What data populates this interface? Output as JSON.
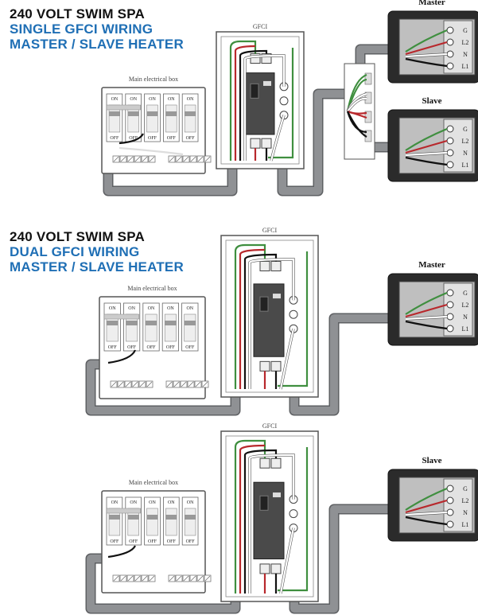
{
  "sections": [
    {
      "title_lines": [
        "240 VOLT SWIM SPA",
        "SINGLE GFCI WIRING",
        "MASTER / SLAVE HEATER"
      ]
    },
    {
      "title_lines": [
        "240 VOLT SWIM SPA",
        "DUAL GFCI WIRING",
        "MASTER / SLAVE HEATER"
      ]
    }
  ],
  "labels": {
    "main_box": "Main electrical box",
    "gfci": "GFCI",
    "master": "Master",
    "slave": "Slave",
    "switch_on": "ON",
    "switch_off": "OFF",
    "terminals": [
      "G",
      "L2",
      "N",
      "L1"
    ]
  },
  "colors": {
    "title_blue": "#1f6fb5",
    "conduit": "#8f9194",
    "wire_red": "#b8282c",
    "wire_green": "#3f8f3f",
    "wire_black": "#111111",
    "wire_white": "#ffffff",
    "heater_body": "#2b2b2b"
  }
}
